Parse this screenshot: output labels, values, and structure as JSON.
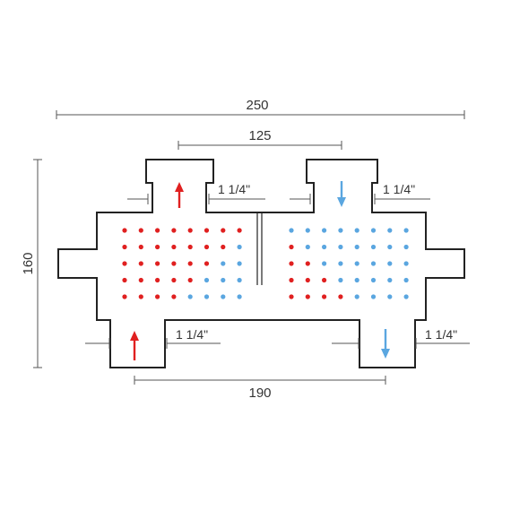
{
  "dimensions": {
    "overall_width": "250",
    "top_spacing": "125",
    "height": "160",
    "bottom_spacing": "190"
  },
  "connections": {
    "top_left": "1 1/4\"",
    "top_right": "1 1/4\"",
    "bottom_left": "1 1/4\"",
    "bottom_right": "1 1/4\""
  },
  "colors": {
    "hot": "#e02020",
    "cold": "#5aa6e0",
    "outline": "#222222",
    "dimension": "#555555"
  },
  "flows": {
    "top_left": "up",
    "top_right": "down",
    "bottom_left": "up",
    "bottom_right": "down"
  },
  "hot_chamber": {
    "rows": 5,
    "cols": 8,
    "cold_count_per_row": [
      0,
      1,
      2,
      3,
      4
    ]
  },
  "cold_chamber": {
    "rows": 5,
    "cols": 8,
    "hot_count_per_row": [
      0,
      1,
      2,
      3,
      4
    ]
  }
}
